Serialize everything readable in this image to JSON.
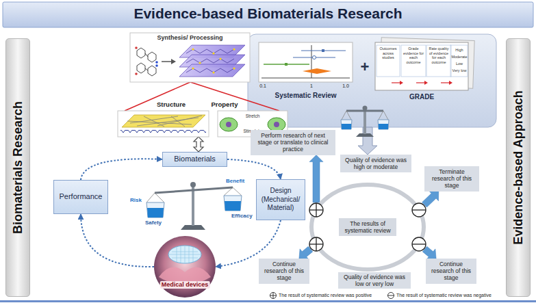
{
  "diagram": {
    "title": "Evidence-based Biomaterials Research",
    "nodes": [
      {
        "text": [
          "Biomaterials Research"
        ]
      },
      {
        "text": [
          "Synthesis/ Processing"
        ]
      },
      {
        "text": [
          "Structure"
        ]
      },
      {
        "text": [
          "Property",
          "Stretch",
          "Stimulate"
        ]
      },
      {
        "text": [
          "Biomaterials"
        ]
      },
      {
        "text": [
          "Performance"
        ]
      },
      {
        "text": [
          "Design (Mechanical/ Material)"
        ]
      },
      {
        "text": [
          "Medical devices"
        ]
      },
      {
        "text": [
          "+"
        ]
      },
      {
        "text": [
          "0.1",
          "1",
          "1.0",
          "Systematic Review"
        ],
        "in": 8
      },
      {
        "text": [
          "Outcomes across studies",
          "Grade evidence for each outcome",
          "Rate quality of evidence for each outcome",
          "High",
          "Moderate",
          "Low",
          "Very low",
          "GRADE"
        ],
        "in": 8
      },
      {
        "text": [
          "Quality of evidence was high or moderate"
        ]
      },
      {
        "text": [
          "Perform research of next stage or translate to clinical practice"
        ]
      },
      {
        "text": [
          "Terminate research of this stage"
        ]
      },
      {
        "text": [
          "The results of systematic review"
        ]
      },
      {
        "text": [
          "Continue research of this stage"
        ]
      },
      {
        "text": [
          "Continue research of this stage"
        ]
      },
      {
        "text": [
          "Quality of evidence was low or very low"
        ]
      },
      {
        "text": [
          "Evidence-based Approach"
        ]
      }
    ],
    "edges": [
      {
        "from": 1,
        "to": 2,
        "arrow": "none"
      },
      {
        "from": 1,
        "to": 3,
        "arrow": "none"
      },
      {
        "from": 2,
        "to": 4,
        "arrow": "both"
      },
      {
        "from": 4,
        "to": 6,
        "arrow": "to"
      },
      {
        "from": 6,
        "to": 7,
        "arrow": "to"
      },
      {
        "from": 7,
        "to": 5,
        "arrow": "to"
      },
      {
        "from": 5,
        "to": 4,
        "arrow": "to"
      },
      {
        "from": 8,
        "to": 11,
        "arrow": "to"
      },
      {
        "from": 14,
        "to": 12,
        "arrow": "to"
      },
      {
        "from": 14,
        "to": 13,
        "arrow": "to"
      },
      {
        "from": 14,
        "to": 15,
        "arrow": "to"
      },
      {
        "from": 14,
        "to": 16,
        "arrow": "to"
      }
    ],
    "labels": [
      "Risk",
      "Benefit",
      "Safety",
      "Efficacy"
    ],
    "legend": [
      {
        "text": "The result of systematic review was positive"
      },
      {
        "text": "The result of systematic review was negative"
      }
    ]
  }
}
